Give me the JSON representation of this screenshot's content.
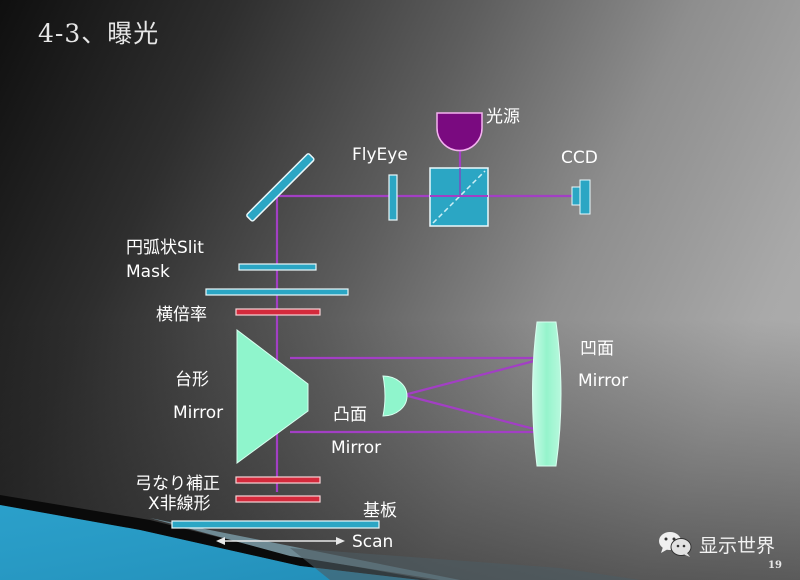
{
  "slide": {
    "title": "4-3、曝光",
    "page_number": "19"
  },
  "labels": {
    "light_source": "光源",
    "fly_eye": "FlyEye",
    "ccd": "CCD",
    "arc_slit": "円弧状Slit",
    "mask": "Mask",
    "lateral_mag": "横倍率",
    "trapezoid_1": "台形",
    "trapezoid_2": "Mirror",
    "convex_1": "凸面",
    "convex_2": "Mirror",
    "concave_1": "凹面",
    "concave_2": "Mirror",
    "bow_correction": "弓なり補正",
    "x_nonlinear": "X非線形",
    "substrate": "基板",
    "scan": "Scan"
  },
  "watermark": {
    "icon": "wechat-icon",
    "text": "显示世界"
  },
  "colors": {
    "beam": "#a23fc4",
    "optic_cyan": "#2ba6c4",
    "optic_mint": "#8ff5cc",
    "corrector_red": "#d42a3c",
    "source_purple": "#7a0a80",
    "outline": "#f2f2f2"
  }
}
